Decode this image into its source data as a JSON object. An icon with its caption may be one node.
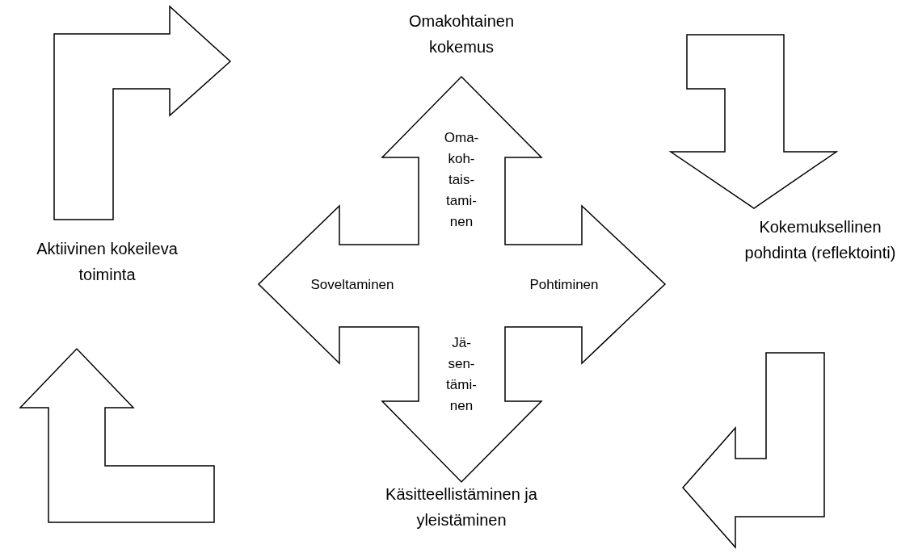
{
  "diagram": {
    "nodes": [
      {
        "text": [
          "Omakohtainen kokemus"
        ]
      },
      {
        "text": [
          "Kokemuksellinen pohdinta (reflektointi)"
        ]
      },
      {
        "text": [
          "Käsitteellistäminen ja yleistäminen"
        ]
      },
      {
        "text": [
          "Aktiivinen kokeileva toiminta"
        ]
      },
      {
        "text": [
          "Oma- koh- tais- tami- nen",
          "Soveltaminen",
          "Pohtiminen",
          "Jä- sen- tämi- nen"
        ]
      }
    ]
  }
}
